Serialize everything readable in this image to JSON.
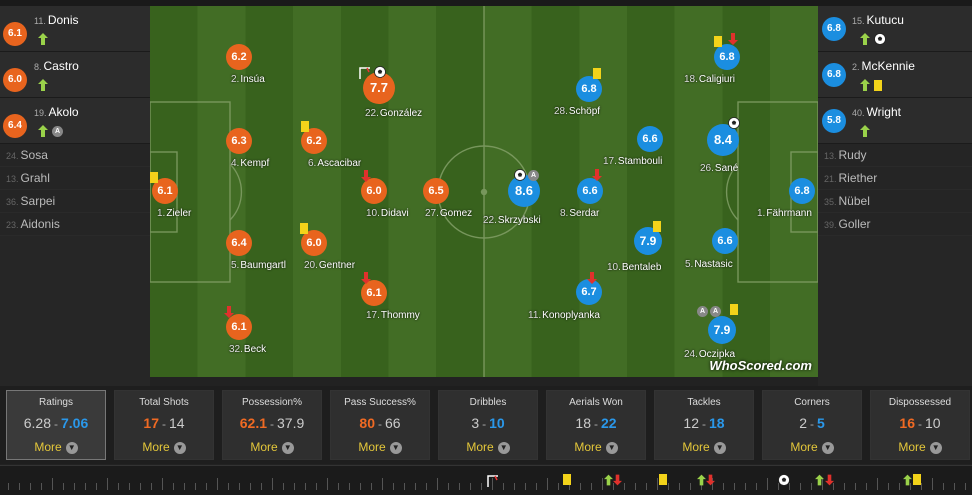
{
  "home_color": "#e8641e",
  "away_color": "#1b8ee0",
  "home_subs": [
    {
      "num": "11.",
      "name": "Donis",
      "rating": "6.1",
      "icons": [
        "sub-in-icon"
      ]
    },
    {
      "num": "8.",
      "name": "Castro",
      "rating": "6.0",
      "icons": [
        "sub-in-icon"
      ]
    },
    {
      "num": "19.",
      "name": "Akolo",
      "rating": "6.4",
      "icons": [
        "sub-in-icon",
        "assist-icon"
      ]
    }
  ],
  "home_bench": [
    {
      "num": "24.",
      "name": "Sosa"
    },
    {
      "num": "13.",
      "name": "Grahl"
    },
    {
      "num": "36.",
      "name": "Sarpei"
    },
    {
      "num": "23.",
      "name": "Aidonis"
    }
  ],
  "away_subs": [
    {
      "num": "15.",
      "name": "Kutucu",
      "rating": "6.8",
      "icons": [
        "sub-in-icon",
        "goal-icon"
      ]
    },
    {
      "num": "2.",
      "name": "McKennie",
      "rating": "6.8",
      "icons": [
        "sub-in-icon",
        "yellow-card-icon"
      ]
    },
    {
      "num": "40.",
      "name": "Wright",
      "rating": "5.8",
      "icons": [
        "sub-in-icon"
      ]
    }
  ],
  "away_bench": [
    {
      "num": "13.",
      "name": "Rudy"
    },
    {
      "num": "21.",
      "name": "Riether"
    },
    {
      "num": "35.",
      "name": "Nübel"
    },
    {
      "num": "39.",
      "name": "Goller"
    }
  ],
  "home_players": [
    {
      "num": "2.",
      "name": "Insúa",
      "rating": "6.2"
    },
    {
      "num": "22.",
      "name": "González",
      "rating": "7.7"
    },
    {
      "num": "4.",
      "name": "Kempf",
      "rating": "6.3"
    },
    {
      "num": "6.",
      "name": "Ascacibar",
      "rating": "6.2"
    },
    {
      "num": "1.",
      "name": "Zieler",
      "rating": "6.1"
    },
    {
      "num": "10.",
      "name": "Didavi",
      "rating": "6.0"
    },
    {
      "num": "27.",
      "name": "Gomez",
      "rating": "6.5"
    },
    {
      "num": "5.",
      "name": "Baumgartl",
      "rating": "6.4"
    },
    {
      "num": "20.",
      "name": "Gentner",
      "rating": "6.0"
    },
    {
      "num": "17.",
      "name": "Thommy",
      "rating": "6.1"
    },
    {
      "num": "32.",
      "name": "Beck",
      "rating": "6.1"
    }
  ],
  "away_players": [
    {
      "num": "18.",
      "name": "Caligiuri",
      "rating": "6.8"
    },
    {
      "num": "28.",
      "name": "Schöpf",
      "rating": "6.8"
    },
    {
      "num": "17.",
      "name": "Stambouli",
      "rating": "6.6"
    },
    {
      "num": "26.",
      "name": "Sané",
      "rating": "8.4"
    },
    {
      "num": "22.",
      "name": "Skrzybski",
      "rating": "8.6"
    },
    {
      "num": "8.",
      "name": "Serdar",
      "rating": "6.6"
    },
    {
      "num": "1.",
      "name": "Fährmann",
      "rating": "6.8"
    },
    {
      "num": "10.",
      "name": "Bentaleb",
      "rating": "7.9"
    },
    {
      "num": "5.",
      "name": "Nastasic",
      "rating": "6.6"
    },
    {
      "num": "11.",
      "name": "Konoplyanka",
      "rating": "6.7"
    },
    {
      "num": "24.",
      "name": "Oczipka",
      "rating": "7.9"
    }
  ],
  "logo_text": "WhoScored.com",
  "stats": [
    {
      "title": "Ratings",
      "home": "6.28",
      "away": "7.06",
      "more": "More"
    },
    {
      "title": "Total Shots",
      "home": "17",
      "away": "14",
      "more": "More"
    },
    {
      "title": "Possession%",
      "home": "62.1",
      "away": "37.9",
      "more": "More"
    },
    {
      "title": "Pass Success%",
      "home": "80",
      "away": "66",
      "more": "More"
    },
    {
      "title": "Dribbles",
      "home": "3",
      "away": "10",
      "more": "More"
    },
    {
      "title": "Aerials Won",
      "home": "18",
      "away": "22",
      "more": "More"
    },
    {
      "title": "Tackles",
      "home": "12",
      "away": "18",
      "more": "More"
    },
    {
      "title": "Corners",
      "home": "2",
      "away": "5",
      "more": "More"
    },
    {
      "title": "Dispossessed",
      "home": "16",
      "away": "10",
      "more": "More"
    }
  ]
}
